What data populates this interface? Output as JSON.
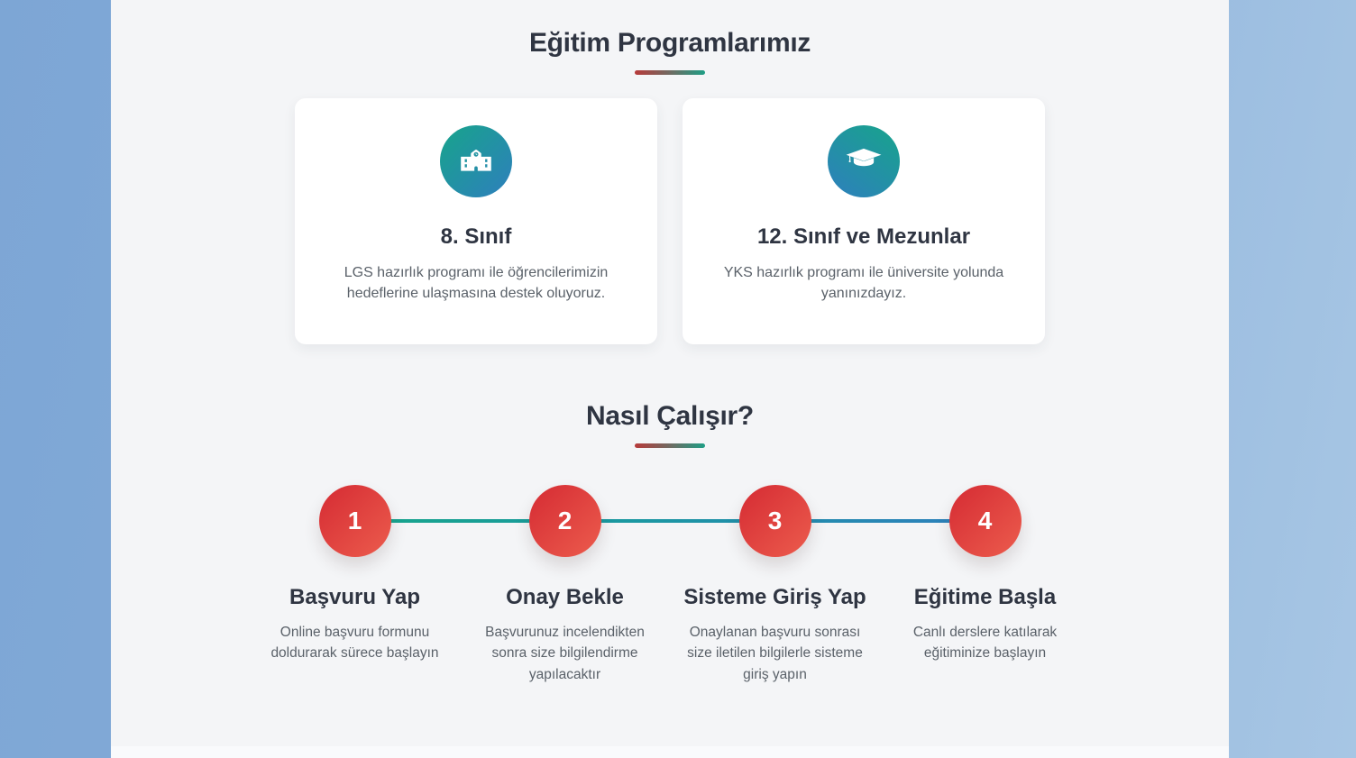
{
  "programs": {
    "title": "Eğitim Programlarımız",
    "cards": [
      {
        "icon": "school-icon",
        "title": "8. Sınıf",
        "description": "LGS hazırlık programı ile öğrencilerimizin hedeflerine ulaşmasına destek oluyoruz."
      },
      {
        "icon": "graduation-cap-icon",
        "title": "12. Sınıf ve Mezunlar",
        "description": "YKS hazırlık programı ile üniversite yolunda yanınızdayız."
      }
    ]
  },
  "how_it_works": {
    "title": "Nasıl Çalışır?",
    "steps": [
      {
        "number": "1",
        "title": "Başvuru Yap",
        "description": "Online başvuru formunu doldurarak sürece başlayın"
      },
      {
        "number": "2",
        "title": "Onay Bekle",
        "description": "Başvurunuz incelendikten sonra size bilgilendirme yapılacaktır"
      },
      {
        "number": "3",
        "title": "Sisteme Giriş Yap",
        "description": "Onaylanan başvuru sonrası size iletilen bilgilerle sisteme giriş yapın"
      },
      {
        "number": "4",
        "title": "Eğitime Başla",
        "description": "Canlı derslere katılarak eğitiminize başlayın"
      }
    ]
  },
  "colors": {
    "accent_red": "#d52b33",
    "accent_teal": "#16a085",
    "accent_blue": "#2e7fbd",
    "heading_text": "#2f3542",
    "body_text": "#5a6169",
    "card_background": "#ffffff",
    "page_background": "#f4f5f7",
    "outer_background_left": "#7da6d5",
    "outer_background_right": "#a7c6e4"
  }
}
